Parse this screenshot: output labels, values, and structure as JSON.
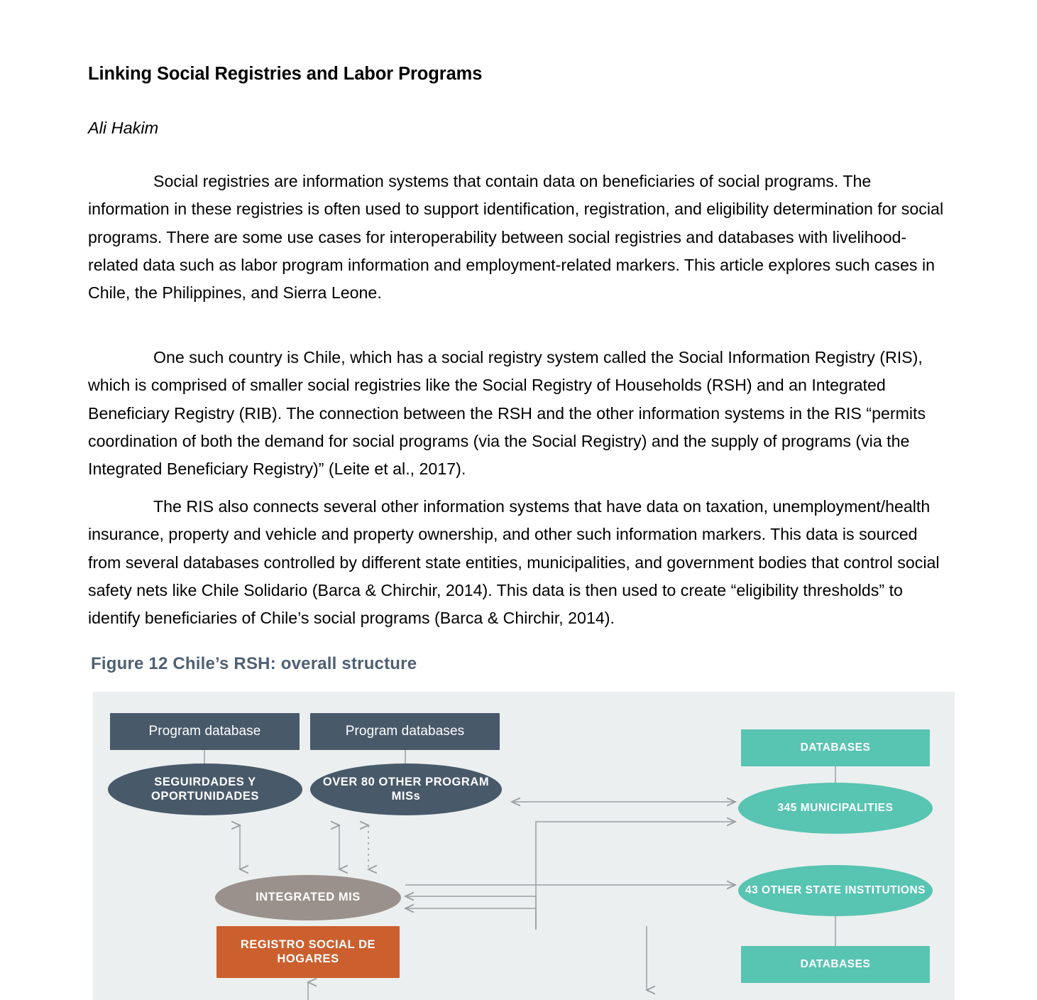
{
  "document": {
    "title": "Linking Social Registries and Labor Programs",
    "author": "Ali Hakim",
    "paragraphs": [
      "Social registries are information systems that contain data on beneficiaries of social programs. The information in these registries is often used to support identification, registration, and eligibility determination for social programs. There are some use cases for interoperability between social registries and databases with livelihood-related data such as labor program information and employment-related markers. This article explores such cases in Chile, the Philippines, and Sierra Leone.",
      "One such country is Chile, which has a social registry system called the Social Information Registry (RIS), which is comprised of smaller social registries like the Social Registry of Households (RSH) and an Integrated Beneficiary Registry (RIB). The connection between the RSH and the other information systems in the RIS “permits coordination of both the demand for social programs (via the Social Registry) and the supply of programs (via the Integrated Beneficiary Registry)” (Leite et al., 2017).",
      "The RIS also connects several other information systems that have data on taxation, unemployment/health insurance, property and vehicle and property ownership, and other such information markers. This data is sourced from several databases controlled by different state entities, municipalities, and government bodies that control social safety nets like Chile Solidario (Barca & Chirchir, 2014). This data is then used to create “eligibility thresholds” to identify beneficiaries of Chile’s social programs (Barca & Chirchir, 2014)."
    ]
  },
  "figure": {
    "caption": "Figure 12  Chile’s RSH: overall structure",
    "caption_color": "#4e6173",
    "background": "#ecefef",
    "palette": {
      "slate": "#48596a",
      "teal": "#58c4b2",
      "orange": "#cc5f2e",
      "gray": "#9b918c",
      "connector": "#9aa0a2"
    },
    "nodes": {
      "program_database_1": "Program database",
      "program_databases_2": "Program databases",
      "seguirdades": "SEGUIRDADES Y OPORTUNIDADES",
      "over_80_mis": "OVER 80 OTHER PROGRAM MISs",
      "integrated_mis": "INTEGRATED MIS",
      "registro_social": "REGISTRO SOCIAL DE HOGARES",
      "databases_top": "DATABASES",
      "municipalities": "345 MUNICIPALITIES",
      "state_institutions": "43 OTHER STATE INSTITUTIONS",
      "databases_bottom": "DATABASES"
    }
  }
}
